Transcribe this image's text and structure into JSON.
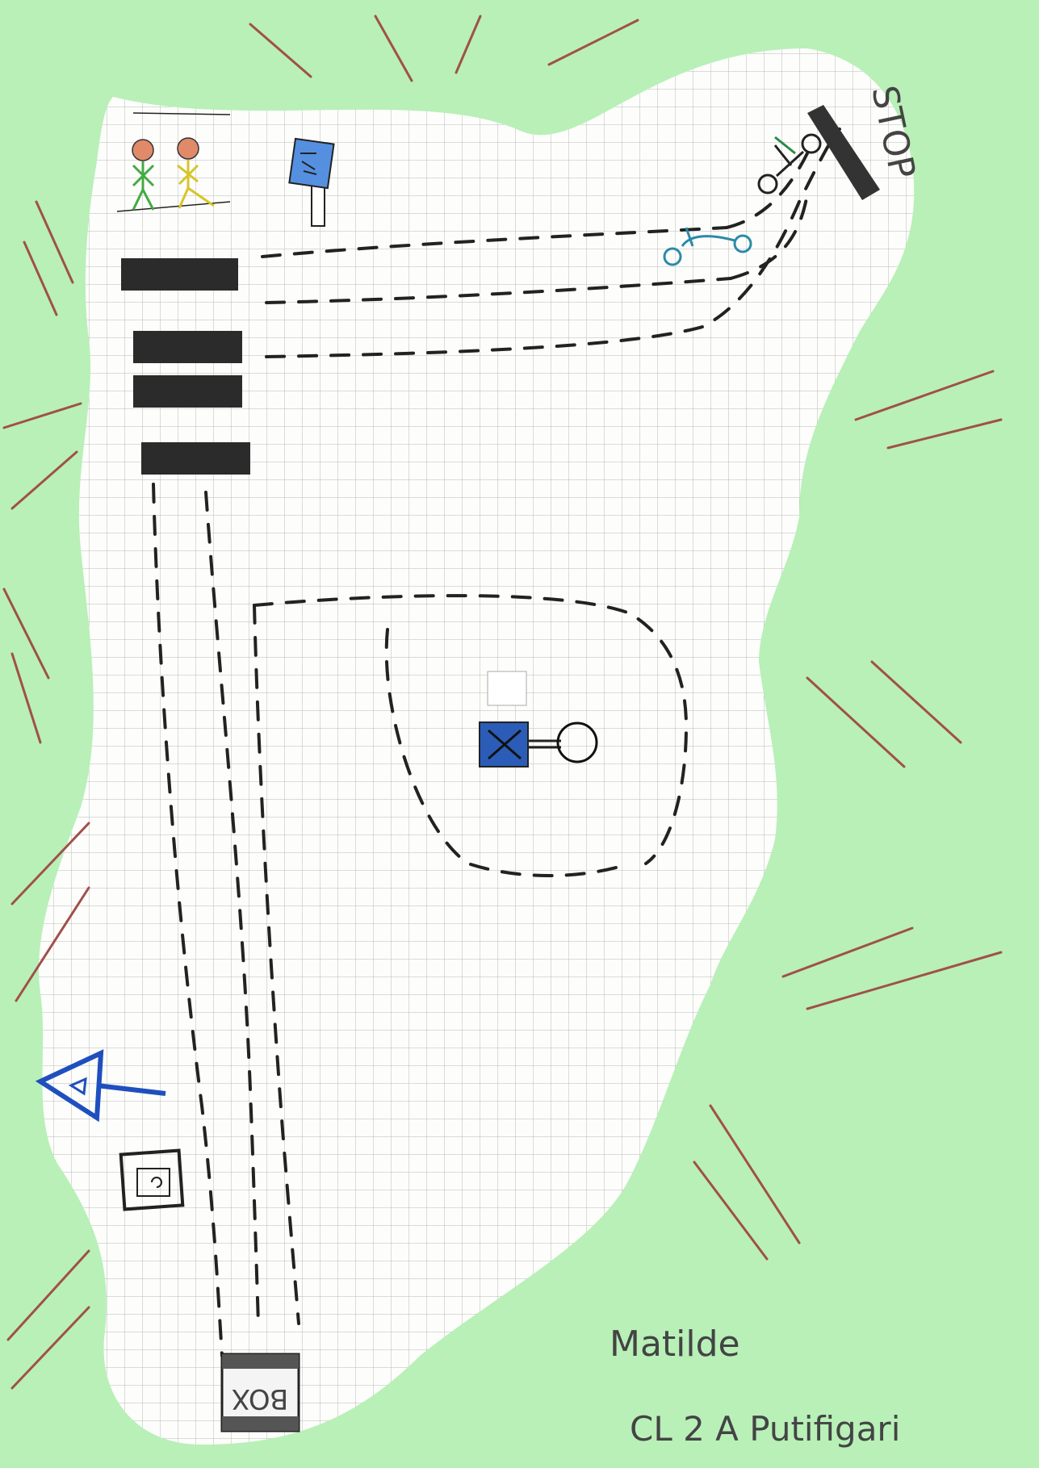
{
  "drawing": {
    "stop_sign_text": "STOP",
    "box_text": "BOX",
    "signature_name": "Matilde",
    "signature_class": "CL 2 A Putifigari"
  },
  "colors": {
    "grass": "#b8f0b8",
    "paper": "#fdfdfb",
    "grid": "#b9b9b9",
    "grass_strokes": "#a0504a",
    "pencil": "#222222",
    "blue_sign": "#2050c0"
  }
}
